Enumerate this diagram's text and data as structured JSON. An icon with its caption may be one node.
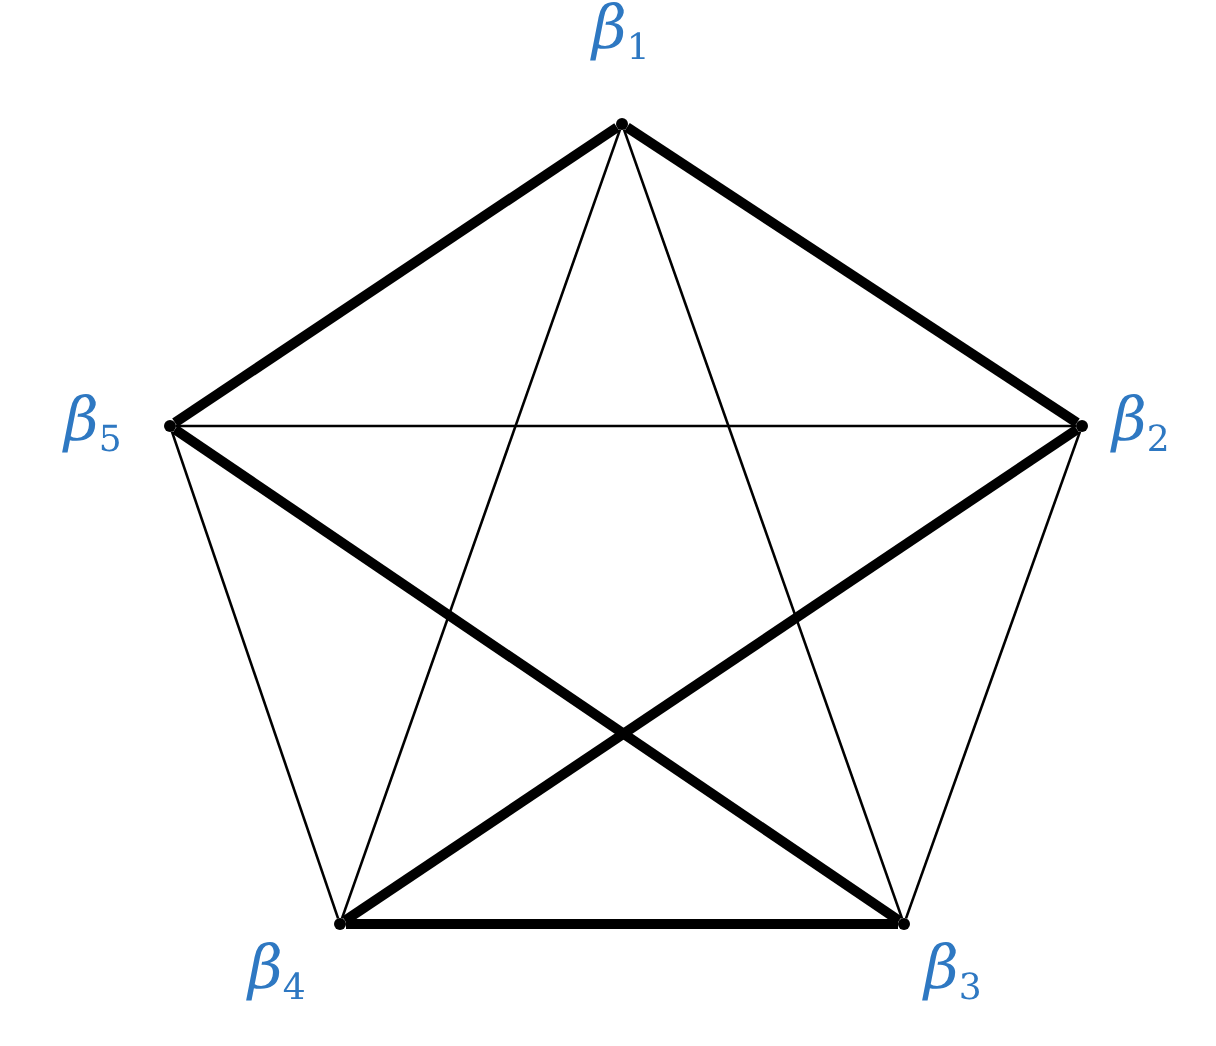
{
  "diagram": {
    "nodes": [
      {
        "text": [
          "β$_{1}$"
        ]
      },
      {
        "text": [
          "β$_{2}$"
        ]
      },
      {
        "text": [
          "β$_{3}$"
        ]
      },
      {
        "text": [
          "β$_{4}$"
        ]
      },
      {
        "text": [
          "β$_{5}$"
        ]
      }
    ],
    "edges": [
      {
        "from": 0,
        "to": 1,
        "arrow": "none",
        "style": "thick"
      },
      {
        "from": 0,
        "to": 4,
        "arrow": "none",
        "style": "thick"
      },
      {
        "from": 0,
        "to": 3,
        "arrow": "none"
      },
      {
        "from": 0,
        "to": 2,
        "arrow": "none"
      },
      {
        "from": 4,
        "to": 1,
        "arrow": "none"
      },
      {
        "from": 4,
        "to": 2,
        "arrow": "none",
        "style": "thick"
      },
      {
        "from": 1,
        "to": 3,
        "arrow": "none",
        "style": "thick"
      },
      {
        "from": 4,
        "to": 3,
        "arrow": "none"
      },
      {
        "from": 1,
        "to": 2,
        "arrow": "none"
      },
      {
        "from": 3,
        "to": 2,
        "arrow": "none",
        "style": "thick"
      }
    ]
  }
}
